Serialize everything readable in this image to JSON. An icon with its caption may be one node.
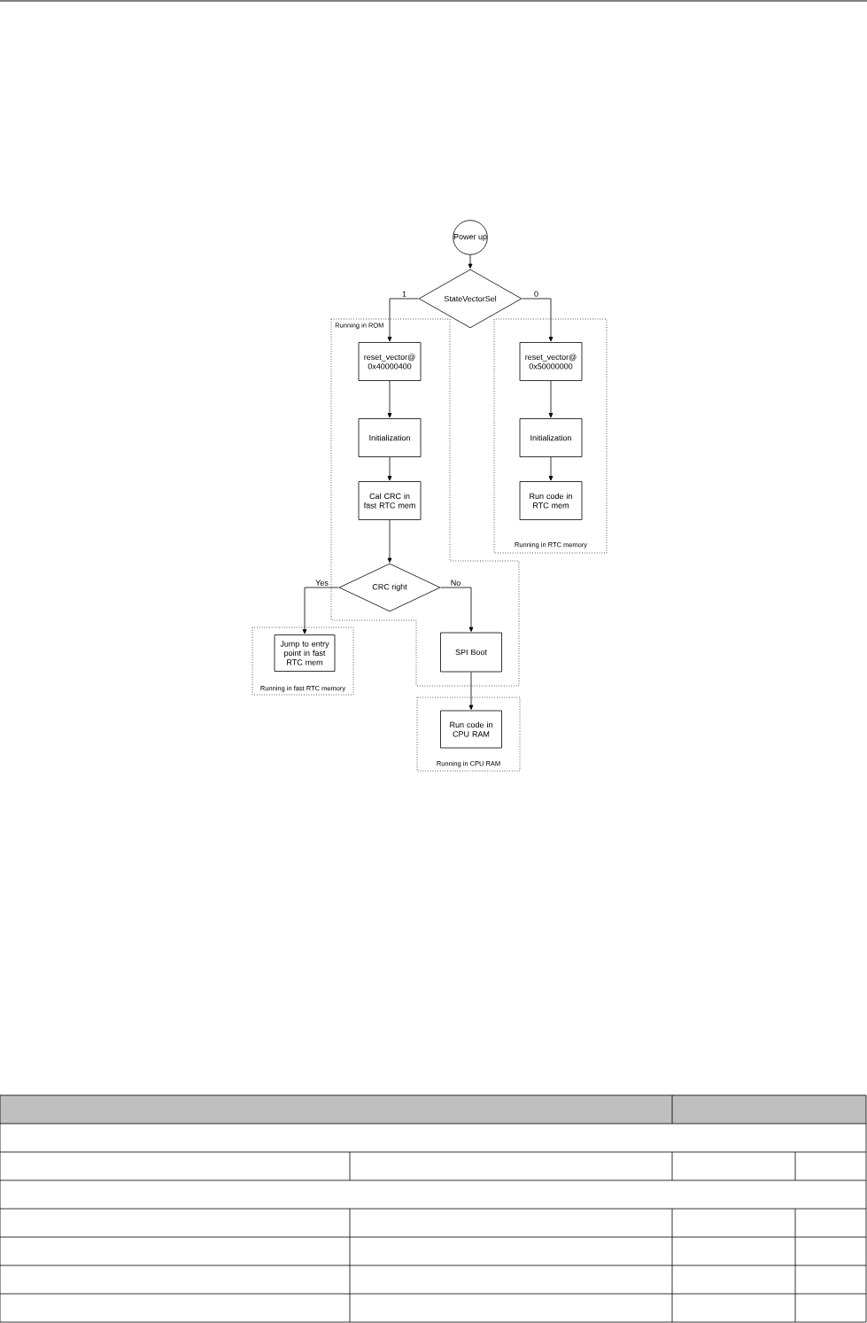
{
  "diagram": {
    "nodes": [
      {
        "text": [
          "Power up"
        ]
      },
      {
        "text": [
          "StateVectorSel"
        ]
      },
      {
        "text": [
          "Running in ROM"
        ]
      },
      {
        "text": [
          "reset_vector@ 0x40000400"
        ],
        "in": 2
      },
      {
        "text": [
          "Initialization"
        ],
        "in": 2
      },
      {
        "text": [
          "Cal CRC in fast RTC mem"
        ],
        "in": 2
      },
      {
        "text": [
          "CRC right"
        ],
        "in": 2
      },
      {
        "text": [
          "SPI Boot"
        ],
        "in": 2
      },
      {
        "text": [
          "Running in RTC memory"
        ]
      },
      {
        "text": [
          "reset_vector@ 0x50000000"
        ],
        "in": 8
      },
      {
        "text": [
          "Initialization"
        ],
        "in": 8
      },
      {
        "text": [
          "Run code in RTC mem"
        ],
        "in": 8
      },
      {
        "text": [
          "Running in fast RTC memory"
        ]
      },
      {
        "text": [
          "Jump to entry point in fast RTC mem"
        ],
        "in": 12
      },
      {
        "text": [
          "Running in CPU RAM"
        ]
      },
      {
        "text": [
          "Run code in CPU RAM"
        ],
        "in": 14
      }
    ],
    "edges": [
      {
        "from": 0,
        "to": 1,
        "arrow": "to"
      },
      {
        "from": 1,
        "to": 3,
        "arrow": "to",
        "label": "1"
      },
      {
        "from": 1,
        "to": 9,
        "arrow": "to",
        "label": "0"
      },
      {
        "from": 3,
        "to": 4,
        "arrow": "to"
      },
      {
        "from": 4,
        "to": 5,
        "arrow": "to"
      },
      {
        "from": 5,
        "to": 6,
        "arrow": "to"
      },
      {
        "from": 6,
        "to": 13,
        "arrow": "to",
        "label": "Yes"
      },
      {
        "from": 6,
        "to": 7,
        "arrow": "to",
        "label": "No"
      },
      {
        "from": 7,
        "to": 15,
        "arrow": "to"
      },
      {
        "from": 9,
        "to": 10,
        "arrow": "to"
      },
      {
        "from": 10,
        "to": 11,
        "arrow": "to"
      }
    ]
  }
}
